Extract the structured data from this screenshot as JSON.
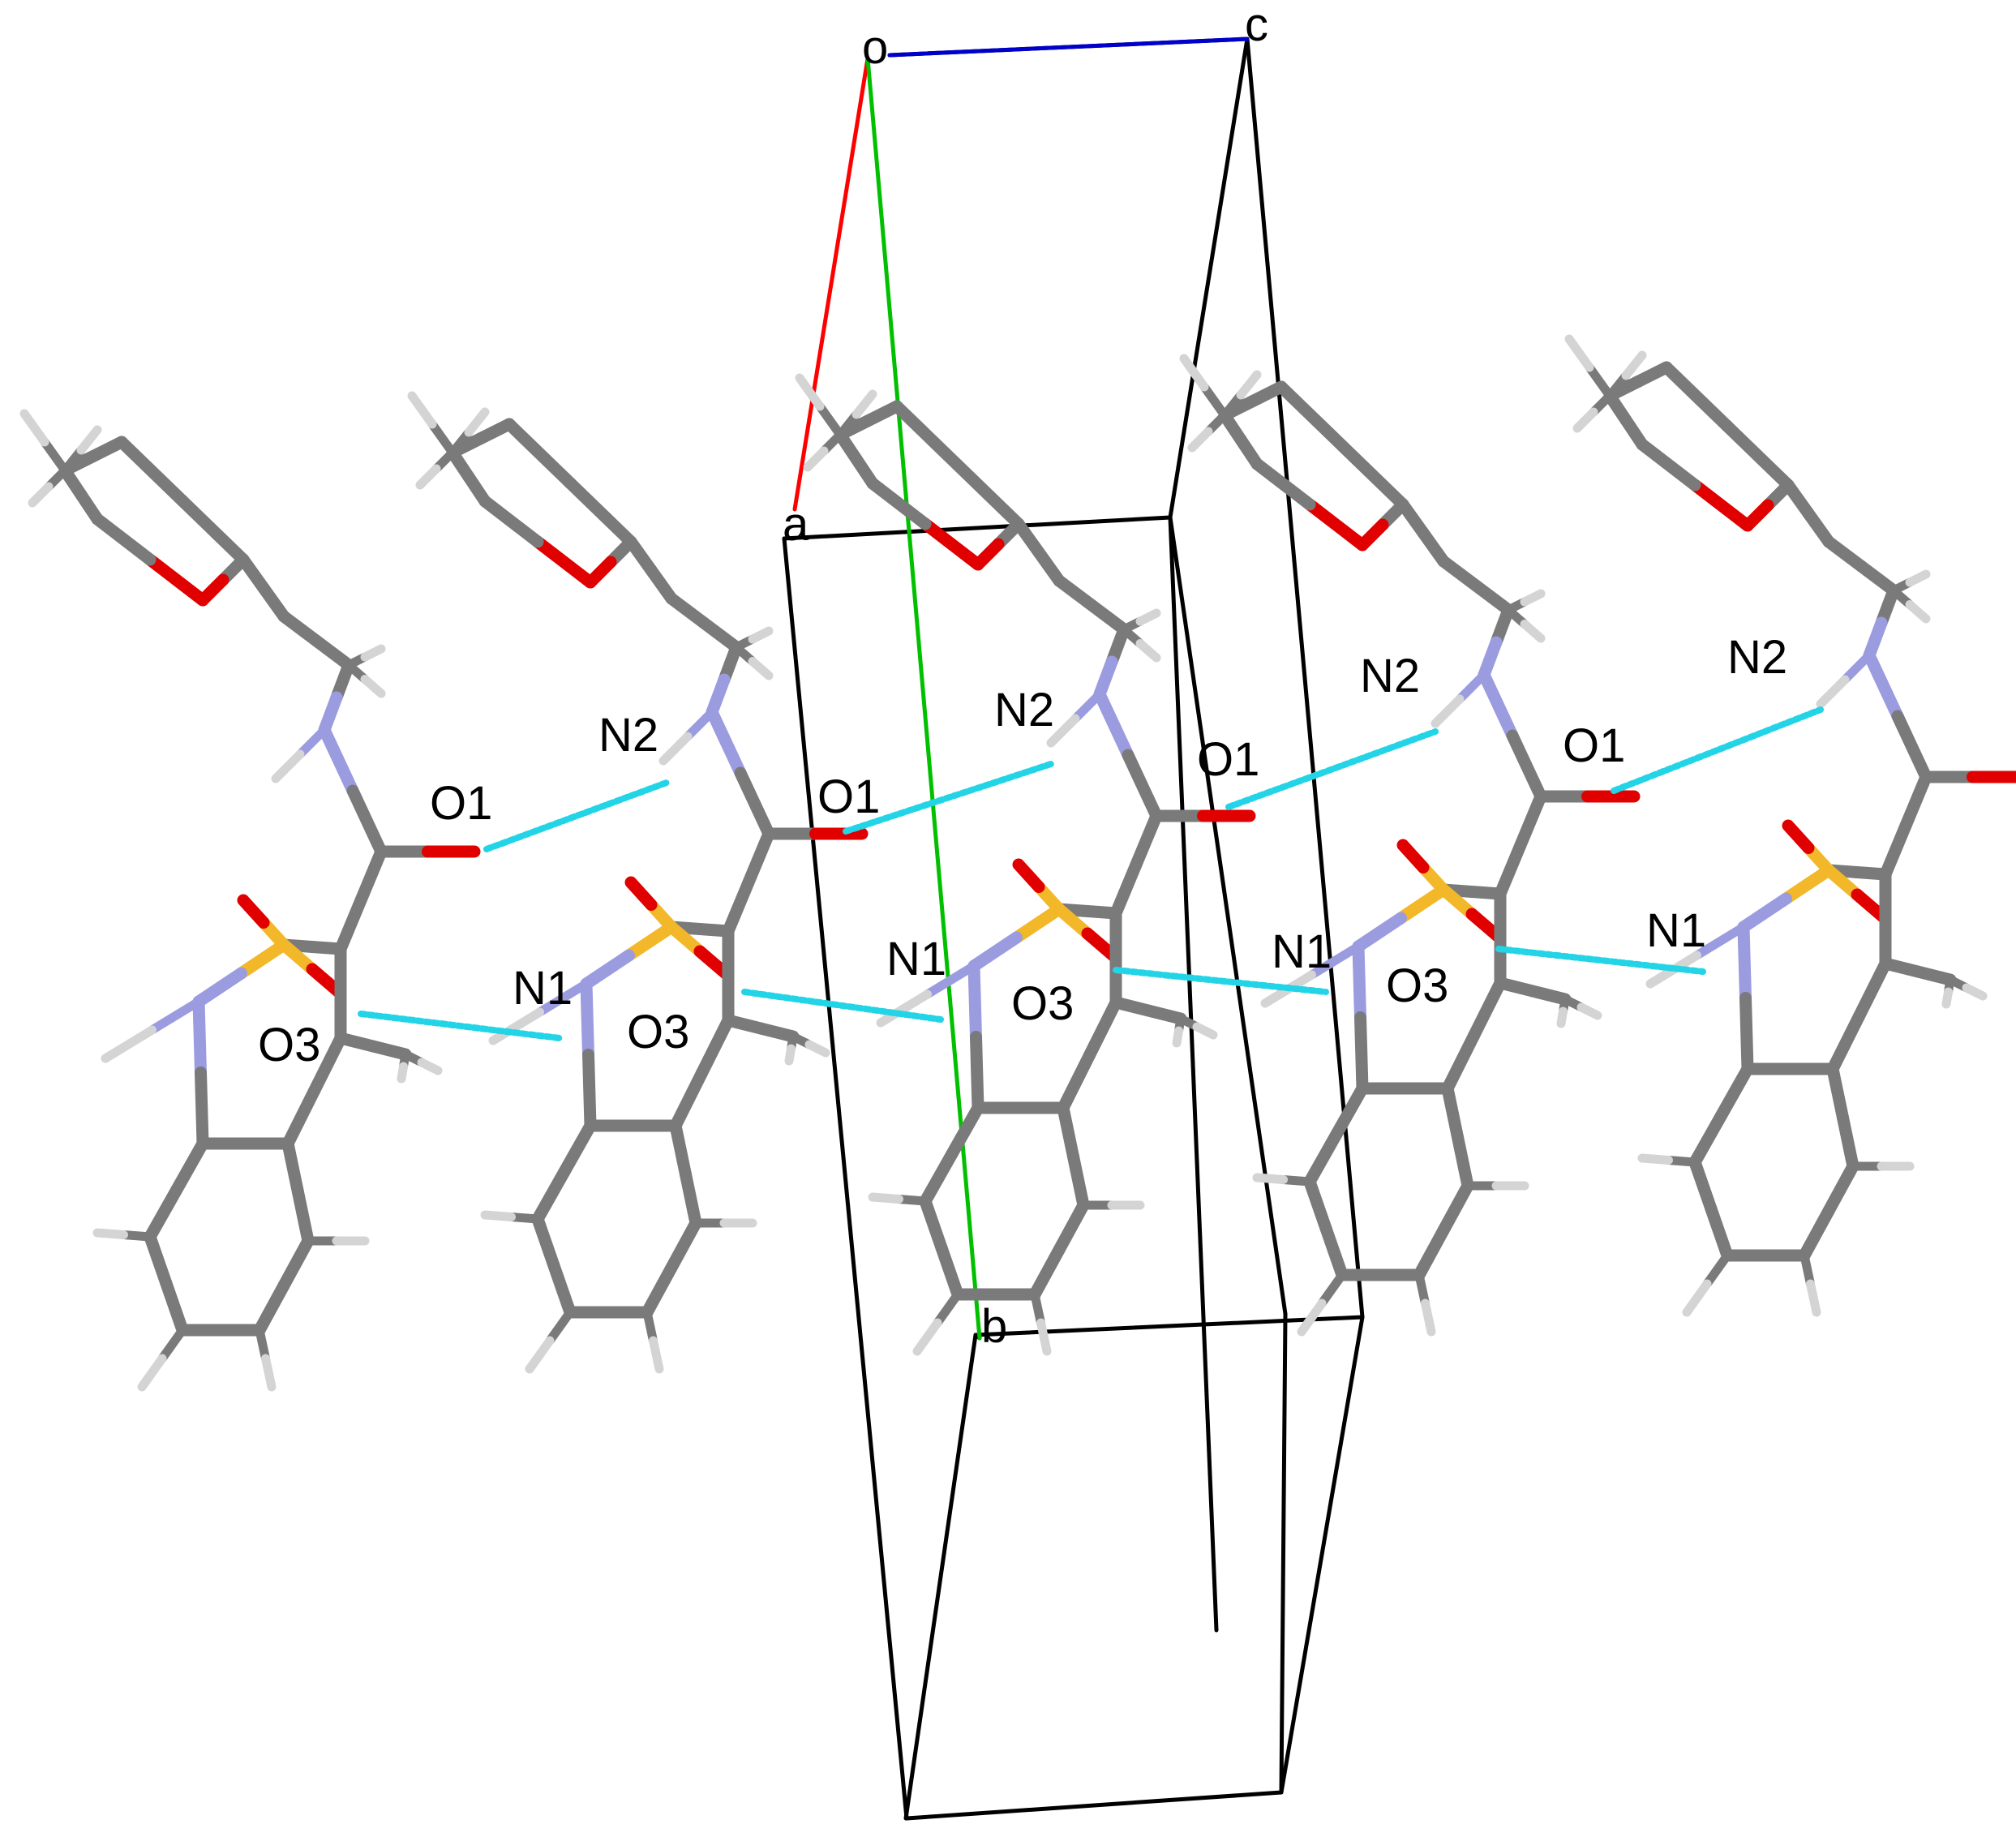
{
  "colors": {
    "background": "#ffffff",
    "carbon_bond": "#7a7a7a",
    "hydrogen_bond_stub": "#d4d4d4",
    "oxygen": "#e00000",
    "nitrogen": "#9b9be0",
    "sulfur": "#f2b829",
    "hbond": "#22d4e6",
    "cell_edge": "#000000",
    "axis_a": "#ff0000",
    "axis_b": "#00c000",
    "axis_c": "#0000cc"
  },
  "axis_labels": {
    "origin": "o",
    "a": "a",
    "b": "b",
    "c": "c"
  },
  "molecules": [
    {
      "id": "mol-1",
      "labels": {
        "O1": "O1",
        "O3": "O3"
      }
    },
    {
      "id": "mol-2",
      "labels": {
        "N2": "N2",
        "N1": "N1",
        "O1": "O1",
        "O3": "O3"
      }
    },
    {
      "id": "mol-3",
      "labels": {
        "N2": "N2",
        "N1": "N1",
        "O1": "O1",
        "O3": "O3"
      }
    },
    {
      "id": "mol-4",
      "labels": {
        "N2": "N2",
        "N1": "N1",
        "O1": "O1",
        "O3": "O3"
      }
    },
    {
      "id": "mol-5",
      "labels": {
        "N2": "N2",
        "N1": "N1"
      }
    }
  ]
}
